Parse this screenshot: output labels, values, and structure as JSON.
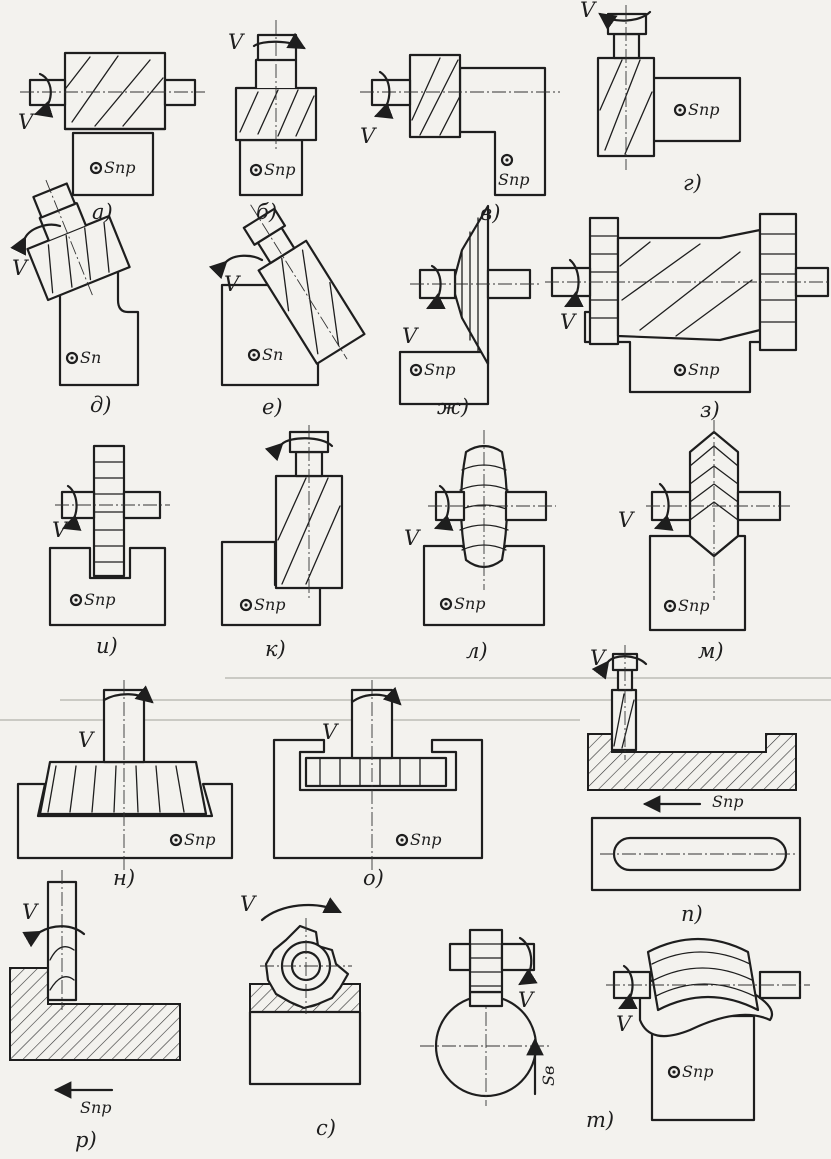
{
  "labels": {
    "a": "а)",
    "b": "б)",
    "v": "в)",
    "g": "г)",
    "d": "д)",
    "e": "е)",
    "zh": "ж)",
    "z": "з)",
    "i": "и)",
    "k": "к)",
    "l": "л)",
    "m": "м)",
    "n": "н)",
    "o": "о)",
    "p": "п)",
    "r": "р)",
    "s": "с)",
    "t": "т)"
  },
  "symbols": {
    "speed": "V",
    "feed_longitudinal": "Sпр",
    "feed_transverse": "Sп",
    "feed_vertical": "Sв"
  }
}
